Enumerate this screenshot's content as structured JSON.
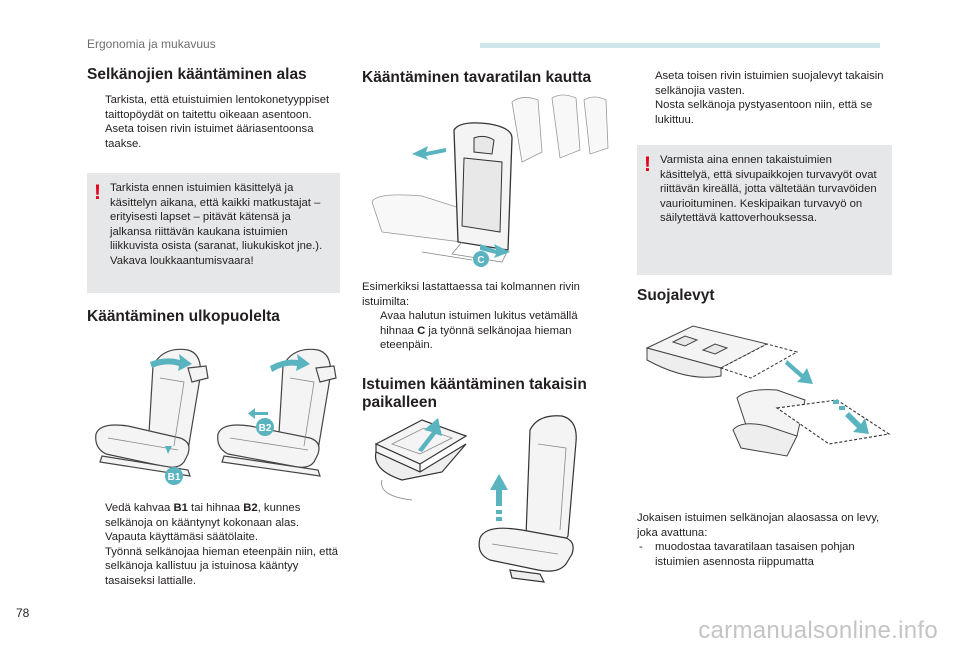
{
  "header": {
    "section": "Ergonomia ja mukavuus"
  },
  "col1": {
    "title1": "Selkänojien kääntäminen alas",
    "b1": "Tarkista, että etuistuimien lentokonetyyppiset taittopöydät on taitettu oikeaan asentoon.",
    "b2": "Aseta toisen rivin istuimet ääriasentoonsa taakse.",
    "warning": "Tarkista ennen istuimien käsittelyä ja käsittelyn aikana, että kaikki matkustajat – erityisesti lapset – pitävät kätensä ja jalkansa riittävän kaukana istuimien liikkuvista osista (saranat, liukukiskot jne.). Vakava loukkaantumisvaara!",
    "title2": "Kääntäminen ulkopuolelta",
    "label_b1": "B1",
    "label_b2": "B2",
    "b3_pre": "Vedä kahvaa ",
    "b3_bold1": "B1",
    "b3_mid": " tai hihnaa ",
    "b3_bold2": "B2",
    "b3_post": ", kunnes selkänoja on kääntynyt kokonaan alas.",
    "b4": "Vapauta käyttämäsi säätölaite.",
    "b5": "Työnnä selkänojaa hieman eteenpäin niin, että selkänoja kallistuu ja istuinosa kääntyy tasaiseksi lattialle."
  },
  "col2": {
    "title1": "Kääntäminen tavaratilan kautta",
    "label_c": "C",
    "intro": "Esimerkiksi lastattaessa tai kolmannen rivin istuimilta:",
    "b1_pre": "Avaa halutun istuimen lukitus vetämällä hihnaa ",
    "b1_bold": "C",
    "b1_post": " ja työnnä selkänojaa hieman eteenpäin.",
    "title2": "Istuimen kääntäminen takaisin paikalleen"
  },
  "col3": {
    "b1": "Aseta toisen rivin istuimien suojalevyt takaisin selkänojia vasten.",
    "b2": "Nosta selkänoja pystyasentoon niin, että se lukittuu.",
    "warning": "Varmista aina ennen takaistuimien käsittelyä, että sivupaikkojen turvavyöt ovat riittävän kireällä, jotta vältetään turvavöiden vaurioituminen. Keskipaikan turvavyö on säilytettävä kattoverhouksessa.",
    "title": "Suojalevyt",
    "para": "Jokaisen istuimen selkänojan alaosassa on levy, joka avattuna:",
    "dash1": "muodostaa tavaratilaan tasaisen pohjan istuimien asennosta riippumatta"
  },
  "bullet_glyph": "",
  "dash_glyph": "-",
  "warning_glyph": "!",
  "footer": {
    "page": "78"
  },
  "watermark": "carmanualsonline.info",
  "colors": {
    "accent": "#5ab4bf",
    "warning": "#e3001b",
    "box": "#e6e7e8"
  }
}
